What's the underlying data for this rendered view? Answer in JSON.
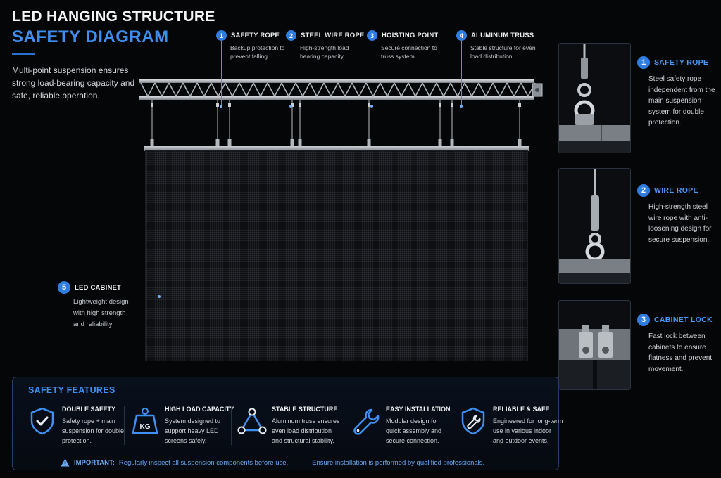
{
  "header": {
    "title_line1": "LED HANGING STRUCTURE",
    "title_line2": "SAFETY DIAGRAM",
    "intro": "Multi-point suspension ensures strong load-bearing capacity and safe, reliable operation."
  },
  "callouts": [
    {
      "num": "1",
      "title": "SAFETY ROPE",
      "desc": "Backup protection to prevent falling"
    },
    {
      "num": "2",
      "title": "STEEL WIRE ROPE",
      "desc": "High-strength load bearing capacity"
    },
    {
      "num": "3",
      "title": "HOISTING POINT",
      "desc": "Secure connection to truss system"
    },
    {
      "num": "4",
      "title": "ALUMINUM TRUSS",
      "desc": "Stable structure for even load distribution"
    },
    {
      "num": "5",
      "title": "LED CABINET",
      "desc": "Lightweight design with high strength and reliability"
    }
  ],
  "details": [
    {
      "num": "1",
      "title": "SAFETY ROPE",
      "desc": "Steel safety rope independent from the main suspension system for double protection."
    },
    {
      "num": "2",
      "title": "WIRE ROPE",
      "desc": "High-strength steel wire rope with anti-loosening design for secure suspension."
    },
    {
      "num": "3",
      "title": "CABINET LOCK",
      "desc": "Fast lock between cabinets to ensure flatness and prevent movement."
    }
  ],
  "features": {
    "title": "SAFETY FEATURES",
    "items": [
      {
        "icon": "shield-check-icon",
        "title": "DOUBLE SAFETY",
        "desc": "Safety rope + main suspension for double protection."
      },
      {
        "icon": "kg-weight-icon",
        "title": "HIGH LOAD CAPACITY",
        "desc": "System designed to support heavy LED screens safely."
      },
      {
        "icon": "triangle-nodes-icon",
        "title": "STABLE STRUCTURE",
        "desc": "Aluminum truss ensures even load distribution and structural stability."
      },
      {
        "icon": "wrench-icon",
        "title": "EASY INSTALLATION",
        "desc": "Modular design for quick assembly and secure connection."
      },
      {
        "icon": "shield-wrench-icon",
        "title": "RELIABLE & SAFE",
        "desc": "Engineered for long-term use in various indoor and outdoor events."
      }
    ],
    "kg_label": "KG",
    "notice_label": "IMPORTANT:",
    "notice_text": "Regularly inspect all suspension components before use.",
    "notice_text2": "Ensure installation is performed by qualified professionals."
  },
  "colors": {
    "accent": "#3e8ef0",
    "background": "#050607",
    "badge": "#2f7de0"
  }
}
